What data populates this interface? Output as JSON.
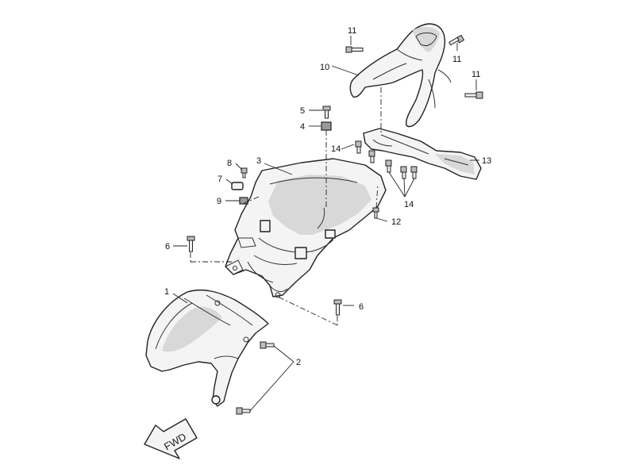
{
  "callouts": {
    "c1": "1",
    "c2": "2",
    "c3": "3",
    "c4": "4",
    "c5": "5",
    "c6a": "6",
    "c6b": "6",
    "c7": "7",
    "c8": "8",
    "c9": "9",
    "c10": "10",
    "c11a": "11",
    "c11b": "11",
    "c11c": "11",
    "c12": "12",
    "c13": "13",
    "c14a": "14",
    "c14b": "14"
  },
  "fwd_label": "FWD",
  "colors": {
    "line": "#222222",
    "fill": "#f4f4f4",
    "shade": "#d8d8d8"
  }
}
